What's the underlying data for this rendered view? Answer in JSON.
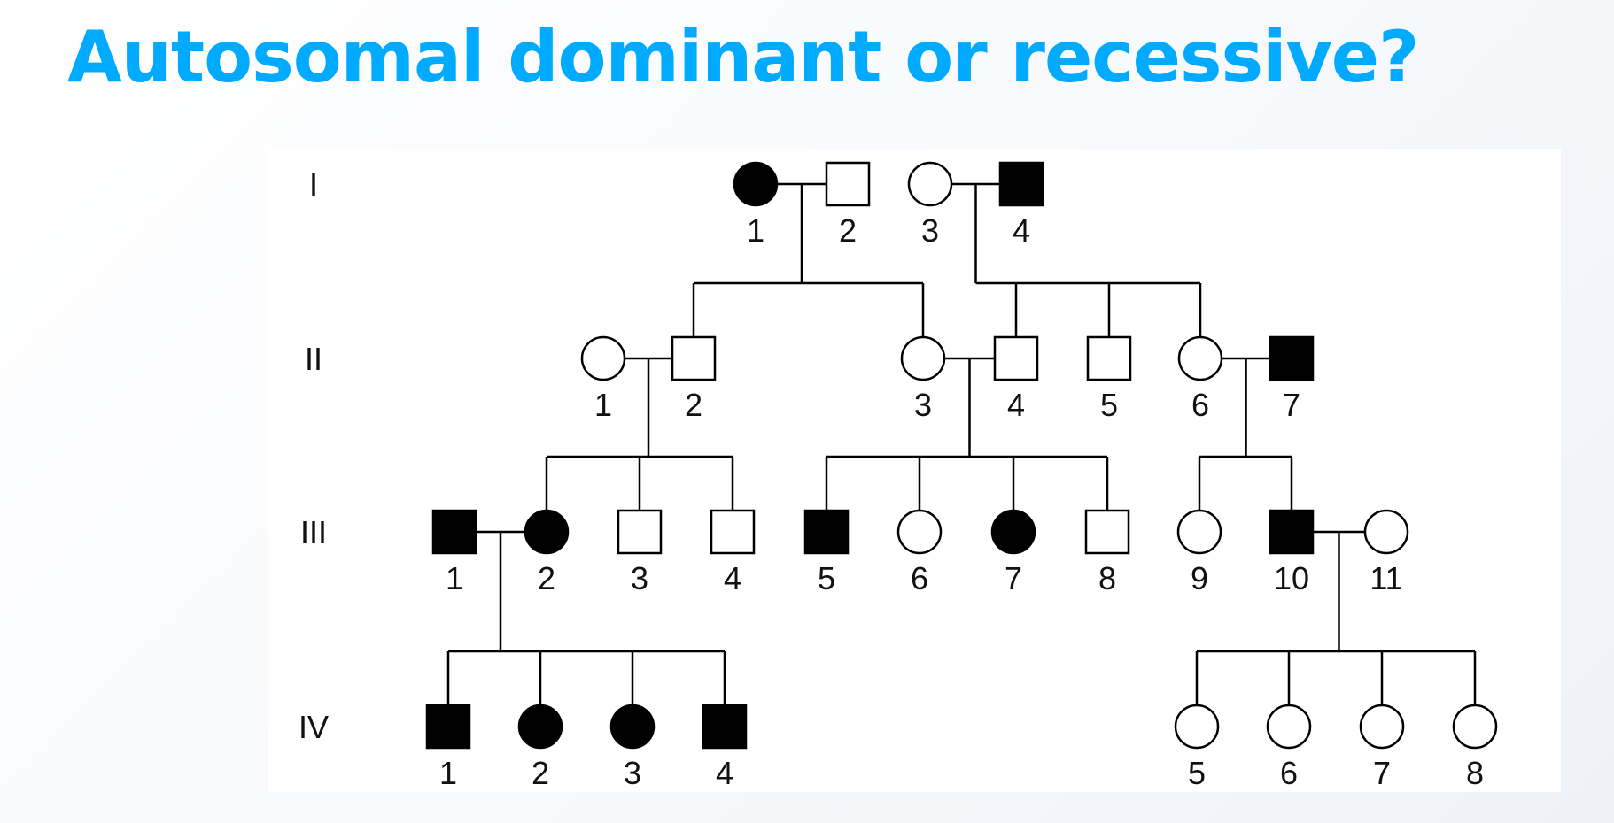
{
  "title": "Autosomal dominant or recessive?",
  "colors": {
    "title": "#00aaff",
    "affected": "#000000",
    "unaffected": "#ffffff",
    "line": "#000000"
  },
  "pedigree": {
    "generations": [
      "I",
      "II",
      "III",
      "IV"
    ],
    "individuals": [
      {
        "id": "I-1",
        "label": "1",
        "sex": "female",
        "affected": true
      },
      {
        "id": "I-2",
        "label": "2",
        "sex": "male",
        "affected": false
      },
      {
        "id": "I-3",
        "label": "3",
        "sex": "female",
        "affected": false
      },
      {
        "id": "I-4",
        "label": "4",
        "sex": "male",
        "affected": true
      },
      {
        "id": "II-1",
        "label": "1",
        "sex": "female",
        "affected": false
      },
      {
        "id": "II-2",
        "label": "2",
        "sex": "male",
        "affected": false
      },
      {
        "id": "II-3",
        "label": "3",
        "sex": "female",
        "affected": false
      },
      {
        "id": "II-4",
        "label": "4",
        "sex": "male",
        "affected": false
      },
      {
        "id": "II-5",
        "label": "5",
        "sex": "male",
        "affected": false
      },
      {
        "id": "II-6",
        "label": "6",
        "sex": "female",
        "affected": false
      },
      {
        "id": "II-7",
        "label": "7",
        "sex": "male",
        "affected": true
      },
      {
        "id": "III-1",
        "label": "1",
        "sex": "male",
        "affected": true
      },
      {
        "id": "III-2",
        "label": "2",
        "sex": "female",
        "affected": true
      },
      {
        "id": "III-3",
        "label": "3",
        "sex": "male",
        "affected": false
      },
      {
        "id": "III-4",
        "label": "4",
        "sex": "male",
        "affected": false
      },
      {
        "id": "III-5",
        "label": "5",
        "sex": "male",
        "affected": true
      },
      {
        "id": "III-6",
        "label": "6",
        "sex": "female",
        "affected": false
      },
      {
        "id": "III-7",
        "label": "7",
        "sex": "female",
        "affected": true
      },
      {
        "id": "III-8",
        "label": "8",
        "sex": "male",
        "affected": false
      },
      {
        "id": "III-9",
        "label": "9",
        "sex": "female",
        "affected": false
      },
      {
        "id": "III-10",
        "label": "10",
        "sex": "male",
        "affected": true
      },
      {
        "id": "III-11",
        "label": "11",
        "sex": "female",
        "affected": false
      },
      {
        "id": "IV-1",
        "label": "1",
        "sex": "male",
        "affected": true
      },
      {
        "id": "IV-2",
        "label": "2",
        "sex": "female",
        "affected": true
      },
      {
        "id": "IV-3",
        "label": "3",
        "sex": "female",
        "affected": true
      },
      {
        "id": "IV-4",
        "label": "4",
        "sex": "male",
        "affected": true
      },
      {
        "id": "IV-5",
        "label": "5",
        "sex": "female",
        "affected": false
      },
      {
        "id": "IV-6",
        "label": "6",
        "sex": "female",
        "affected": false
      },
      {
        "id": "IV-7",
        "label": "7",
        "sex": "female",
        "affected": false
      },
      {
        "id": "IV-8",
        "label": "8",
        "sex": "female",
        "affected": false
      }
    ],
    "couples": [
      {
        "partners": [
          "I-1",
          "I-2"
        ],
        "children": [
          "II-2",
          "II-3"
        ]
      },
      {
        "partners": [
          "I-3",
          "I-4"
        ],
        "children": [
          "II-4",
          "II-5",
          "II-6"
        ]
      },
      {
        "partners": [
          "II-1",
          "II-2"
        ],
        "children": [
          "III-2",
          "III-3",
          "III-4"
        ]
      },
      {
        "partners": [
          "II-3",
          "II-4"
        ],
        "children": [
          "III-5",
          "III-6",
          "III-7",
          "III-8"
        ]
      },
      {
        "partners": [
          "II-6",
          "II-7"
        ],
        "children": [
          "III-9",
          "III-10"
        ]
      },
      {
        "partners": [
          "III-1",
          "III-2"
        ],
        "children": [
          "IV-1",
          "IV-2",
          "IV-3",
          "IV-4"
        ]
      },
      {
        "partners": [
          "III-10",
          "III-11"
        ],
        "children": [
          "IV-5",
          "IV-6",
          "IV-7",
          "IV-8"
        ]
      }
    ]
  }
}
